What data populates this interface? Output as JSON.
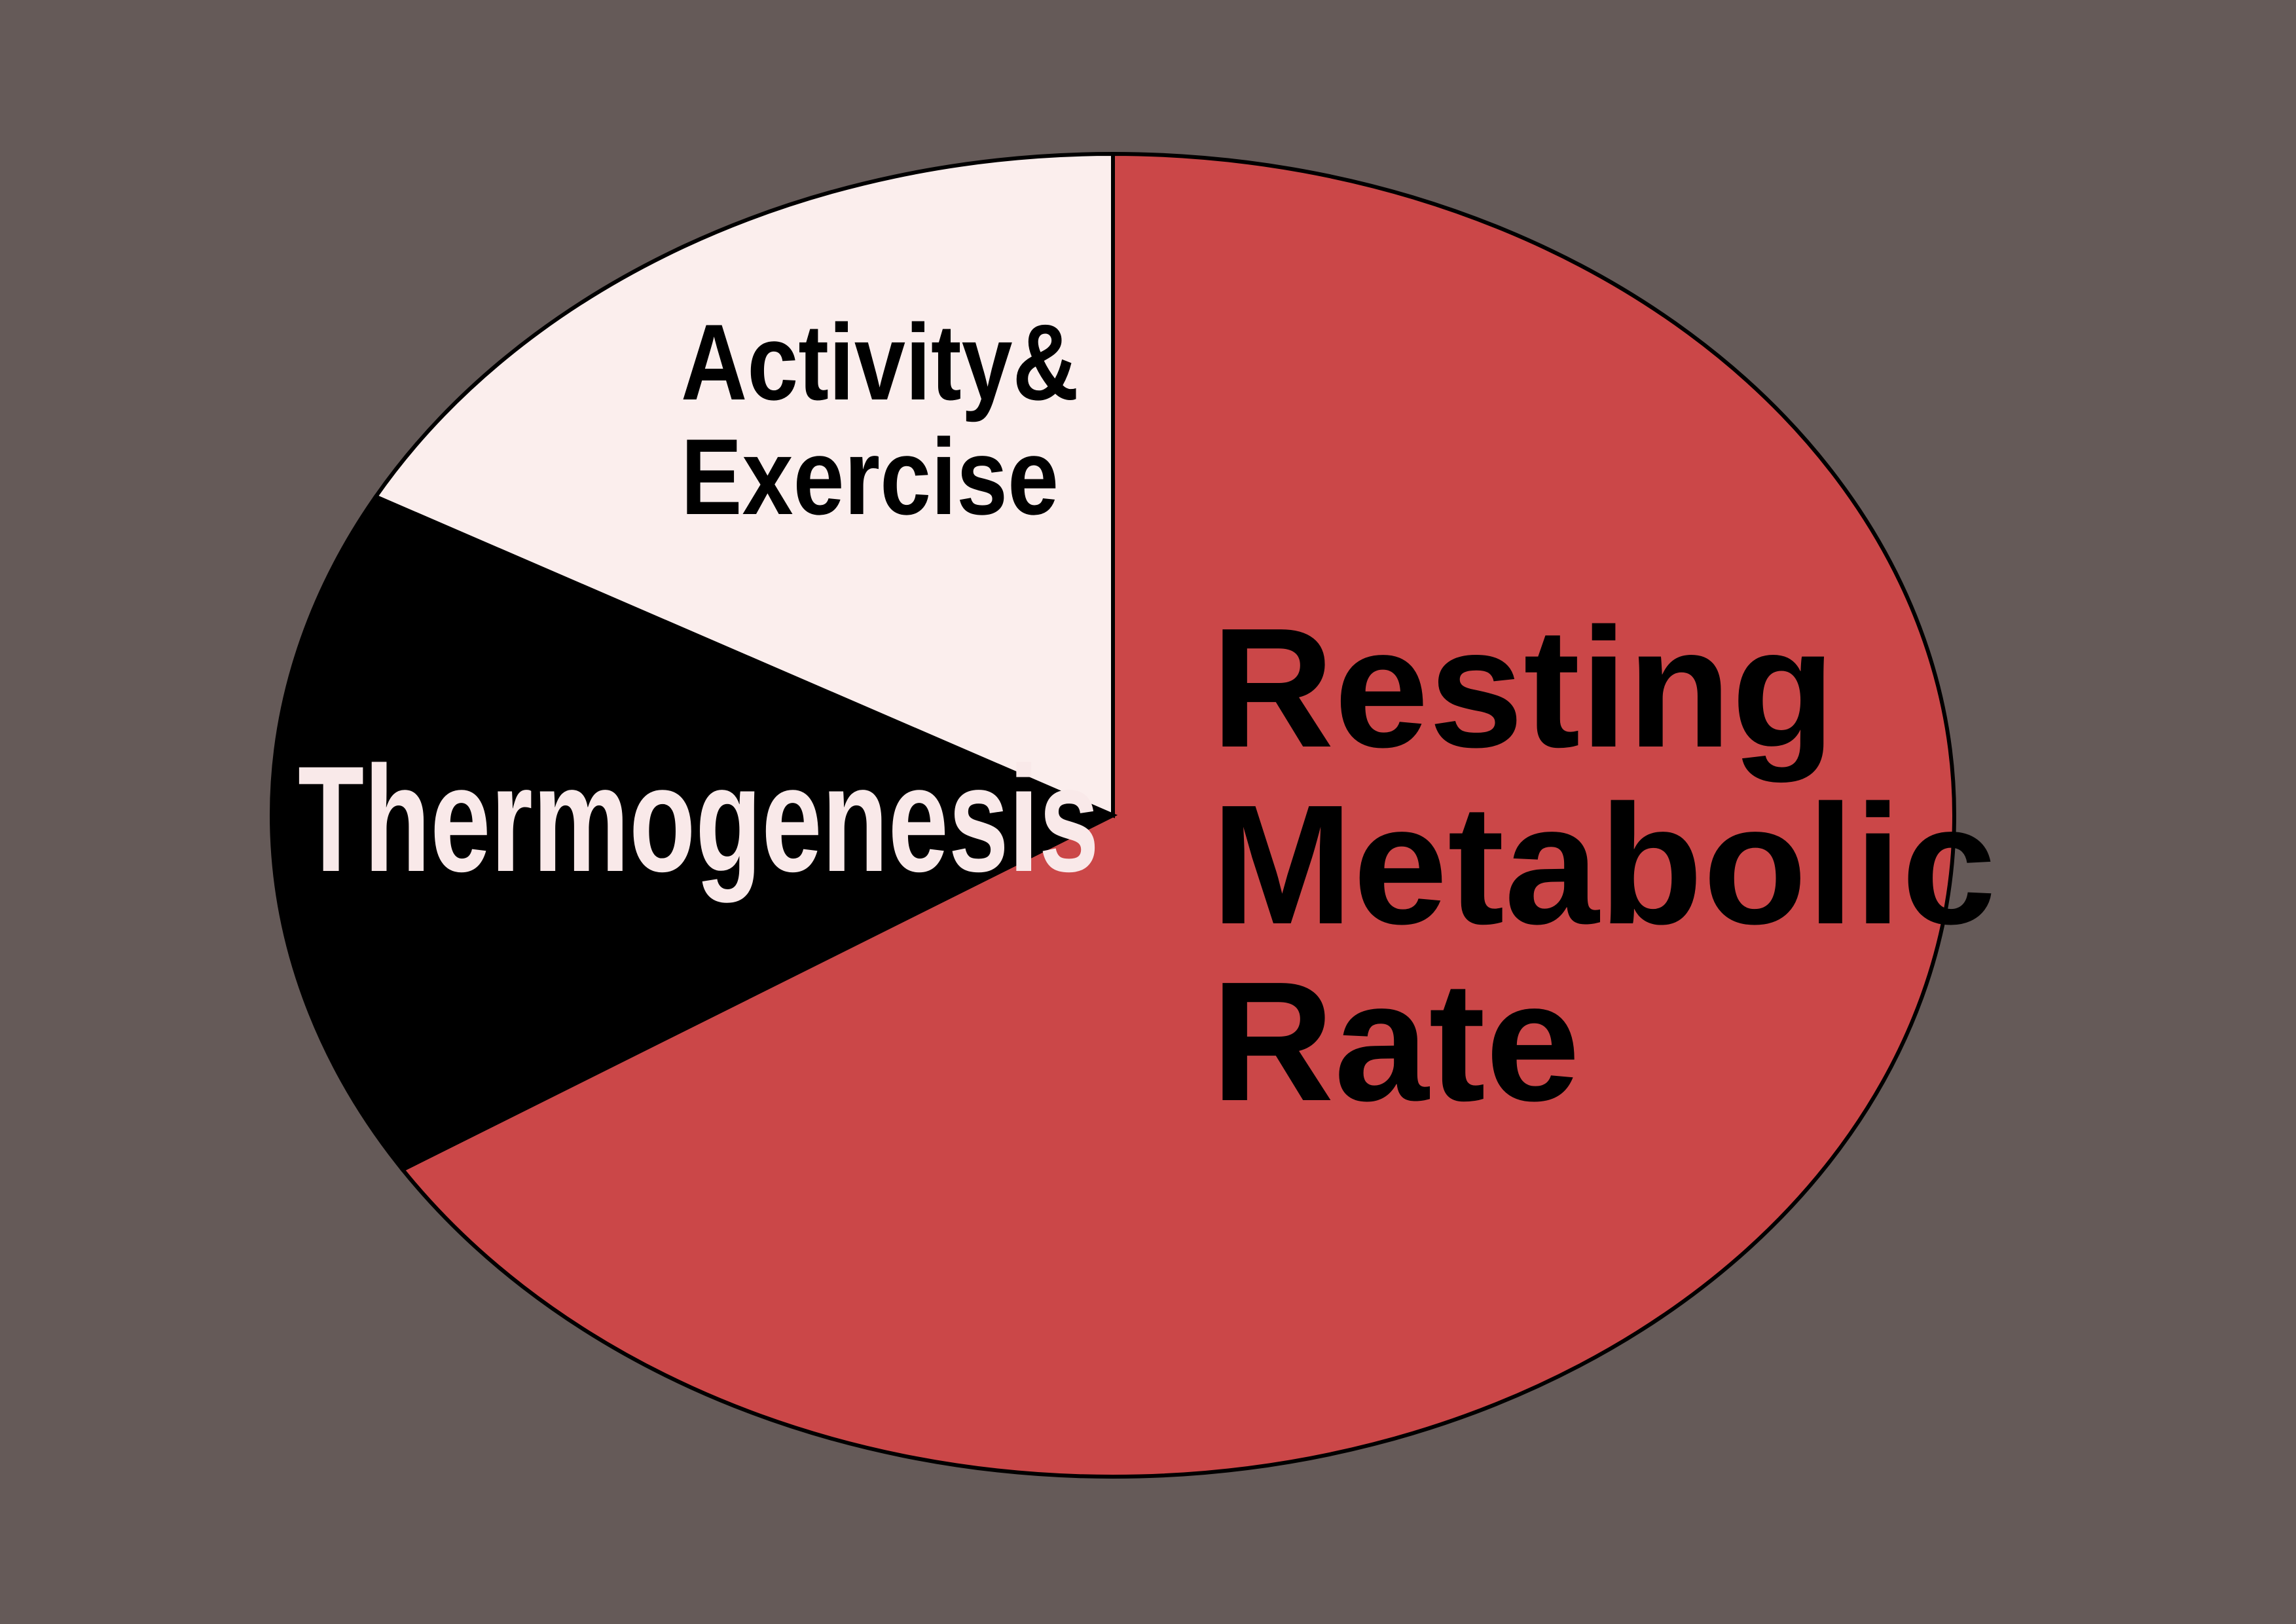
{
  "colors": {
    "background": "#655a58",
    "outline": "#000000"
  },
  "chart_data": {
    "type": "pie",
    "title": "",
    "legend": "none",
    "slices": [
      {
        "label": "Resting Metabolic Rate",
        "label_lines": [
          "Resting",
          "Metabolic",
          "Rate"
        ],
        "value": 66,
        "color": "#cb4748",
        "label_color": "#000000"
      },
      {
        "label": "Thermogenesis",
        "label_lines": [
          "Thermogenesis"
        ],
        "value": 17,
        "color": "#000000",
        "label_color": "#f9e9e9"
      },
      {
        "label": "Activity& Exercise",
        "label_lines": [
          "Activity&",
          "Exercise"
        ],
        "value": 17,
        "color": "#fbeeed",
        "label_color": "#000000"
      }
    ]
  }
}
